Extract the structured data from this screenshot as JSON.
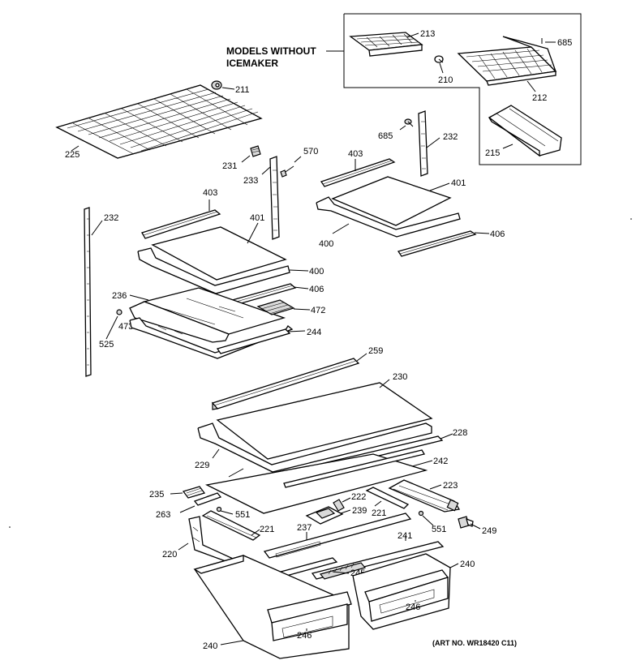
{
  "diagram": {
    "inset_title_line1": "MODELS WITHOUT",
    "inset_title_line2": "ICEMAKER",
    "art_number": "(ART NO. WR18420 C11)",
    "labels": {
      "p211": "211",
      "p225": "225",
      "p213": "213",
      "p210": "210",
      "p212": "212",
      "p685a": "685",
      "p685b": "685",
      "p215": "215",
      "p232a": "232",
      "p232b": "232",
      "p231": "231",
      "p233": "233",
      "p570": "570",
      "p403a": "403",
      "p403b": "403",
      "p401a": "401",
      "p401b": "401",
      "p400a": "400",
      "p400b": "400",
      "p406a": "406",
      "p406b": "406",
      "p236": "236",
      "p472": "472",
      "p473": "473",
      "p525": "525",
      "p244": "244",
      "p259": "259",
      "p230": "230",
      "p228": "228",
      "p229": "229",
      "p242": "242",
      "p223": "223",
      "p235": "235",
      "p222": "222",
      "p263": "263",
      "p239": "239",
      "p221a": "221",
      "p221b": "221",
      "p551a": "551",
      "p551b": "551",
      "p237": "237",
      "p241": "241",
      "p249": "249",
      "p220": "220",
      "p245": "245",
      "p240a": "240",
      "p240b": "240",
      "p246a": "246",
      "p246b": "246"
    }
  }
}
